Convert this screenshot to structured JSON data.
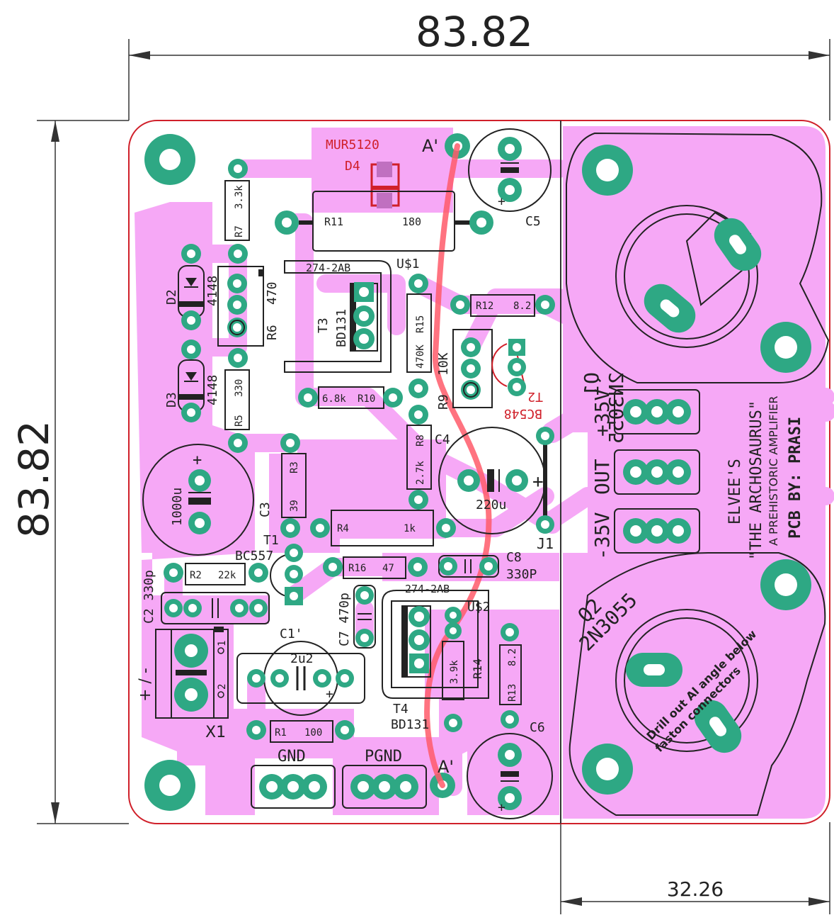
{
  "dimensions": {
    "width": "83.82",
    "height": "83.82",
    "heatsink_offset": "32.26"
  },
  "colors": {
    "copper": "#f6a8f6",
    "pad": "#2ea884",
    "board_outline": "#d0202a",
    "jumper": "#ff5a6a",
    "silkscreen": "#222222"
  },
  "parts": {
    "d4_value": "MUR5120",
    "d4_name": "D4",
    "r11_name": "R11",
    "r11_value": "180",
    "r7_name": "R7",
    "r7_value": "3.3k",
    "c5_name": "C5",
    "u1_name": "U$1",
    "u1_pkg": "274-2AB",
    "d2_name": "D2",
    "d2_value": "4148",
    "r6_name": "R6",
    "r6_value": "470",
    "t3_name": "T3",
    "t3_value": "BD131",
    "r15_name": "R15",
    "r15_value": "470K",
    "r12_name": "R12",
    "r12_value": "8.2",
    "r9_name": "R9",
    "r9_value": "10K",
    "t2_name": "T2",
    "t2_value": "BC548",
    "d3_name": "D3",
    "d3_value": "4148",
    "r5_name": "R5",
    "r5_value": "330",
    "r10_name": "R10",
    "r10_value": "6.8k",
    "c4_name": "C4",
    "c4_value": "220u",
    "r8_name": "R8",
    "r8_value": "2.7k",
    "c3_value": "1000u",
    "c3_name": "C3",
    "r3_name": "R3",
    "r3_value": "39",
    "r4_name": "R4",
    "r4_value": "1k",
    "j1_name": "J1",
    "t1_name": "T1",
    "t1_value": "BC557",
    "r2_name": "R2",
    "r2_value": "22k",
    "r16_name": "R16",
    "r16_value": "47",
    "c8_name": "C8",
    "c8_value": "330P",
    "c2_label": "C2 330p",
    "c7_label": "C7 470p",
    "u2_pkg": "274-2AB",
    "u2_name": "U$2",
    "c1_name": "C1'",
    "c1_value": "2u2",
    "r14_name": "R14",
    "r14_value": "3.9k",
    "r13_name": "R13",
    "r13_value": "8.2",
    "t4_name": "T4",
    "t4_value": "BD131",
    "c6_name": "C6",
    "x1_name": "X1",
    "x1_pin1": "1",
    "x1_pin2": "2",
    "r1_name": "R1",
    "r1_value": "100",
    "a_top": "A'",
    "a_bottom": "A'",
    "q1_name": "Q1",
    "q1_value": "2N3055",
    "q2_name": "Q2",
    "q2_value": "2N3055"
  },
  "connectors": {
    "pos35": "+35V",
    "out": "OUT",
    "neg35": "-35V",
    "gnd": "GND",
    "pgnd": "PGND",
    "input_polarity": "+ / -"
  },
  "credits": {
    "line1": "ELVEE'S",
    "line2": "\"THE ARCHOSAURUS\"",
    "line3": "A PREHISTORIC AMPLIFIER",
    "line4": "PCB BY: PRASI"
  },
  "notes": {
    "drill_line1": "Drill out Al angle below",
    "drill_line2": "faston connectors"
  },
  "symbols": {
    "plus": "+",
    "minus": "-"
  }
}
